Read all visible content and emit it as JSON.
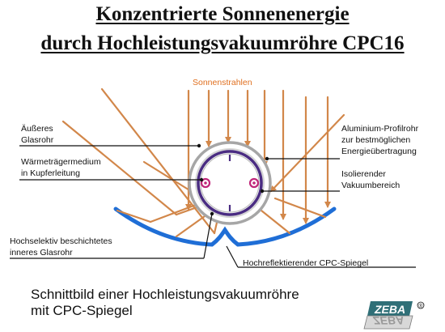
{
  "title": {
    "line1": "Konzentrierte Sonnenenergie",
    "line2": "durch Hochleistungsvakuumröhre CPC16"
  },
  "sun_label": "Sonnenstrahlen",
  "labels": {
    "outer_glass": [
      "Äußeres",
      "Glasrohr"
    ],
    "heat_medium": [
      "Wärmeträgermedium",
      "in Kupferleitung"
    ],
    "aluminium_profile": [
      "Aluminium-Profilrohr",
      "zur bestmöglichen",
      "Energieübertragung"
    ],
    "vacuum": [
      "Isolierender",
      "Vakuumbereich"
    ],
    "inner_glass": [
      "Hochselektiv beschichtetes",
      "inneres Glasrohr"
    ],
    "mirror": "Hochreflektierender CPC-Spiegel"
  },
  "caption": [
    "Schnittbild einer Hochleistungsvakuumröhre",
    "mit CPC-Spiegel"
  ],
  "logo": {
    "text": "ZEBA",
    "mark": "®"
  },
  "colors": {
    "ray": "#d2874a",
    "mirror": "#1f6ed6",
    "outer_glass": "#a6a6a6",
    "tube": "#4a2c82",
    "pipe": "#c0267a",
    "sun_label": "#e07020"
  }
}
